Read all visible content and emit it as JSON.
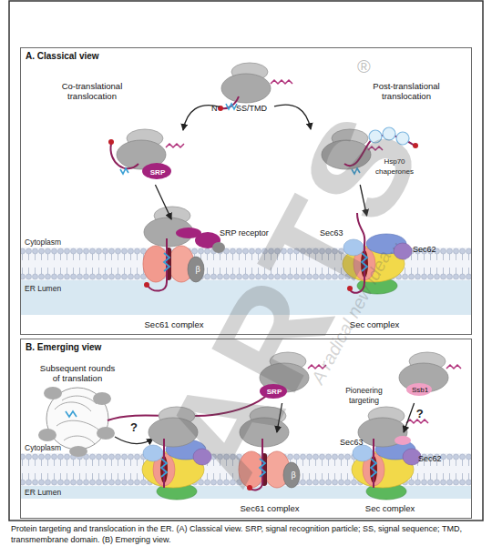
{
  "diagram": {
    "caption": "Protein targeting and translocation in the ER. (A) Classical view. SRP, signal recognition particle; SS, signal sequence; TMD, transmembrane domain. (B) Emerging view.",
    "nodes": [
      {
        "text": [
          "A. Classical view"
        ]
      },
      {
        "text": [
          "N",
          "SS/TMD"
        ],
        "in": 0
      },
      {
        "text": [
          "Co-translational translocation",
          "SRP"
        ],
        "in": 0
      },
      {
        "text": [
          "Post-translational translocation",
          "Hsp70 chaperones"
        ],
        "in": 0
      },
      {
        "text": [
          "SRP receptor",
          "β",
          "Sec61 complex"
        ],
        "in": 0
      },
      {
        "text": [
          "Sec63",
          "Sec62",
          "Sec complex"
        ],
        "in": 0
      },
      {
        "text": [
          "B. Emerging view"
        ]
      },
      {
        "text": [
          "Subsequent rounds of translation"
        ],
        "in": 6
      },
      {
        "text": [
          "SRP"
        ],
        "in": 6
      },
      {
        "text": [
          "Ssb1"
        ],
        "in": 6
      },
      {
        "text": [
          "β",
          "Sec61 complex"
        ],
        "in": 6
      },
      {
        "text": [
          "Sec63",
          "Sec62",
          "Sec complex"
        ],
        "in": 6
      }
    ],
    "edges": [
      {
        "from": 1,
        "to": 2,
        "arrow": "to"
      },
      {
        "from": 1,
        "to": 3,
        "arrow": "to"
      },
      {
        "from": 2,
        "to": 4,
        "arrow": "to"
      },
      {
        "from": 3,
        "to": 5,
        "arrow": "to"
      },
      {
        "from": 8,
        "to": 10,
        "arrow": "to"
      },
      {
        "from": 9,
        "to": 11,
        "label": "?",
        "arrow": "to"
      }
    ],
    "labels": [
      "Cytoplasm",
      "ER Lumen",
      "Cytoplasm",
      "ER Lumen",
      "?",
      "Pioneering targeting",
      "®",
      "ARTS",
      "A radical new idea..."
    ]
  }
}
